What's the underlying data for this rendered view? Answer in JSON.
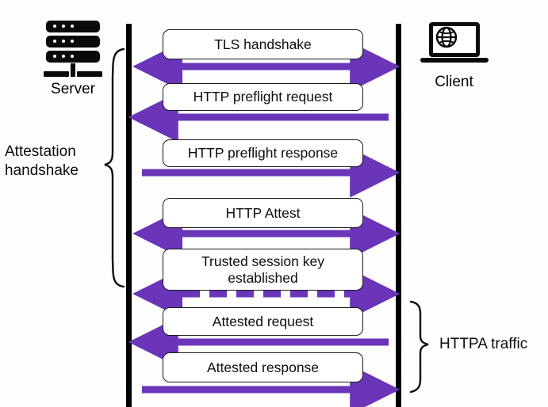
{
  "diagram": {
    "title": "HTTPA attestation handshake sequence diagram",
    "background_color": "#fefefe",
    "arrow_color": "#6a35b8",
    "line_color": "#000000"
  },
  "actors": {
    "left": {
      "label": "Server",
      "icon": "server-icon"
    },
    "right": {
      "label": "Client",
      "icon": "laptop-globe-icon"
    }
  },
  "braces": {
    "left": {
      "label": "Attestation\nhandshake",
      "line1": "Attestation",
      "line2": "handshake"
    },
    "right": {
      "label": "HTTPA traffic"
    }
  },
  "messages": [
    {
      "id": "tls-handshake",
      "label": "TLS handshake",
      "direction": "bidirectional",
      "style": "solid"
    },
    {
      "id": "http-preflight-request",
      "label": "HTTP preflight request",
      "direction": "right-to-left",
      "style": "solid"
    },
    {
      "id": "http-preflight-response",
      "label": "HTTP preflight response",
      "direction": "left-to-right",
      "style": "solid"
    },
    {
      "id": "http-attest",
      "label": "HTTP Attest",
      "direction": "bidirectional",
      "style": "solid"
    },
    {
      "id": "trusted-session-key-established",
      "label": "Trusted session key established",
      "line1": "Trusted session key",
      "line2": "established",
      "direction": "bidirectional",
      "style": "dashed"
    },
    {
      "id": "attested-request",
      "label": "Attested request",
      "direction": "right-to-left",
      "style": "solid"
    },
    {
      "id": "attested-response",
      "label": "Attested response",
      "direction": "left-to-right",
      "style": "solid"
    }
  ]
}
